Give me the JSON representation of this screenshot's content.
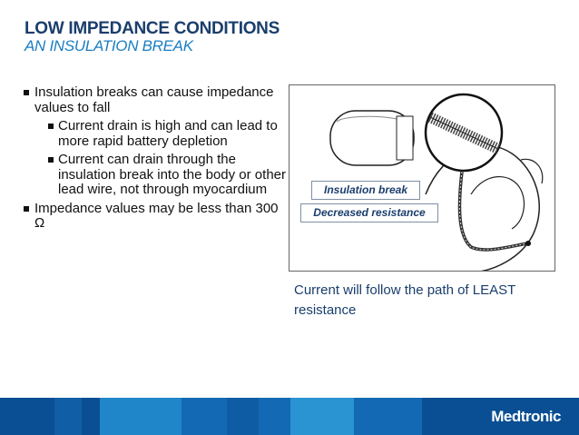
{
  "slide": {
    "title": "LOW IMPEDANCE CONDITIONS",
    "subtitle": "AN INSULATION BREAK",
    "bullets": [
      {
        "text": "Insulation breaks can cause impedance values to fall",
        "sub": [
          "Current drain is high and can lead to more rapid battery depletion",
          "Current can drain through the insulation break into the body or other lead wire, not through myocardium"
        ]
      },
      {
        "text": "Impedance values may be less than 300 Ω",
        "sub": []
      }
    ],
    "figure": {
      "label_insulation": "Insulation break",
      "label_resistance": "Decreased resistance"
    },
    "caption": "Current will follow the path of LEAST resistance"
  },
  "footer": {
    "brand": "Medtronic",
    "colors": {
      "dark": "#0a4f93",
      "mid": "#1369b3",
      "light": "#1f86c9"
    }
  },
  "colors": {
    "title": "#1a3e6c",
    "subtitle": "#1b7ec2",
    "accent": "#1a3e6c"
  }
}
